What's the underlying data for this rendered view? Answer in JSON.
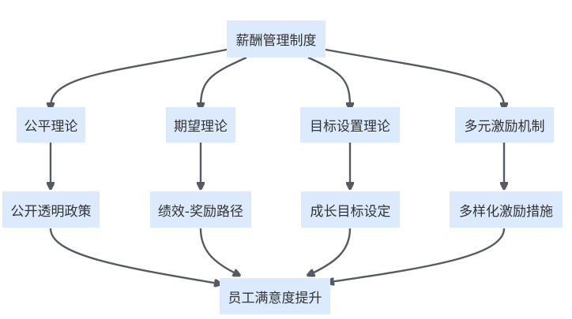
{
  "diagram": {
    "root": {
      "label": "薪酬管理制度"
    },
    "theories": [
      {
        "label": "公平理论"
      },
      {
        "label": "期望理论"
      },
      {
        "label": "目标设置理论"
      },
      {
        "label": "多元激励机制"
      }
    ],
    "practices": [
      {
        "label": "公开透明政策"
      },
      {
        "label": "绩效-奖励路径"
      },
      {
        "label": "成长目标设定"
      },
      {
        "label": "多样化激励措施"
      }
    ],
    "outcome": {
      "label": "员工满意度提升"
    }
  }
}
